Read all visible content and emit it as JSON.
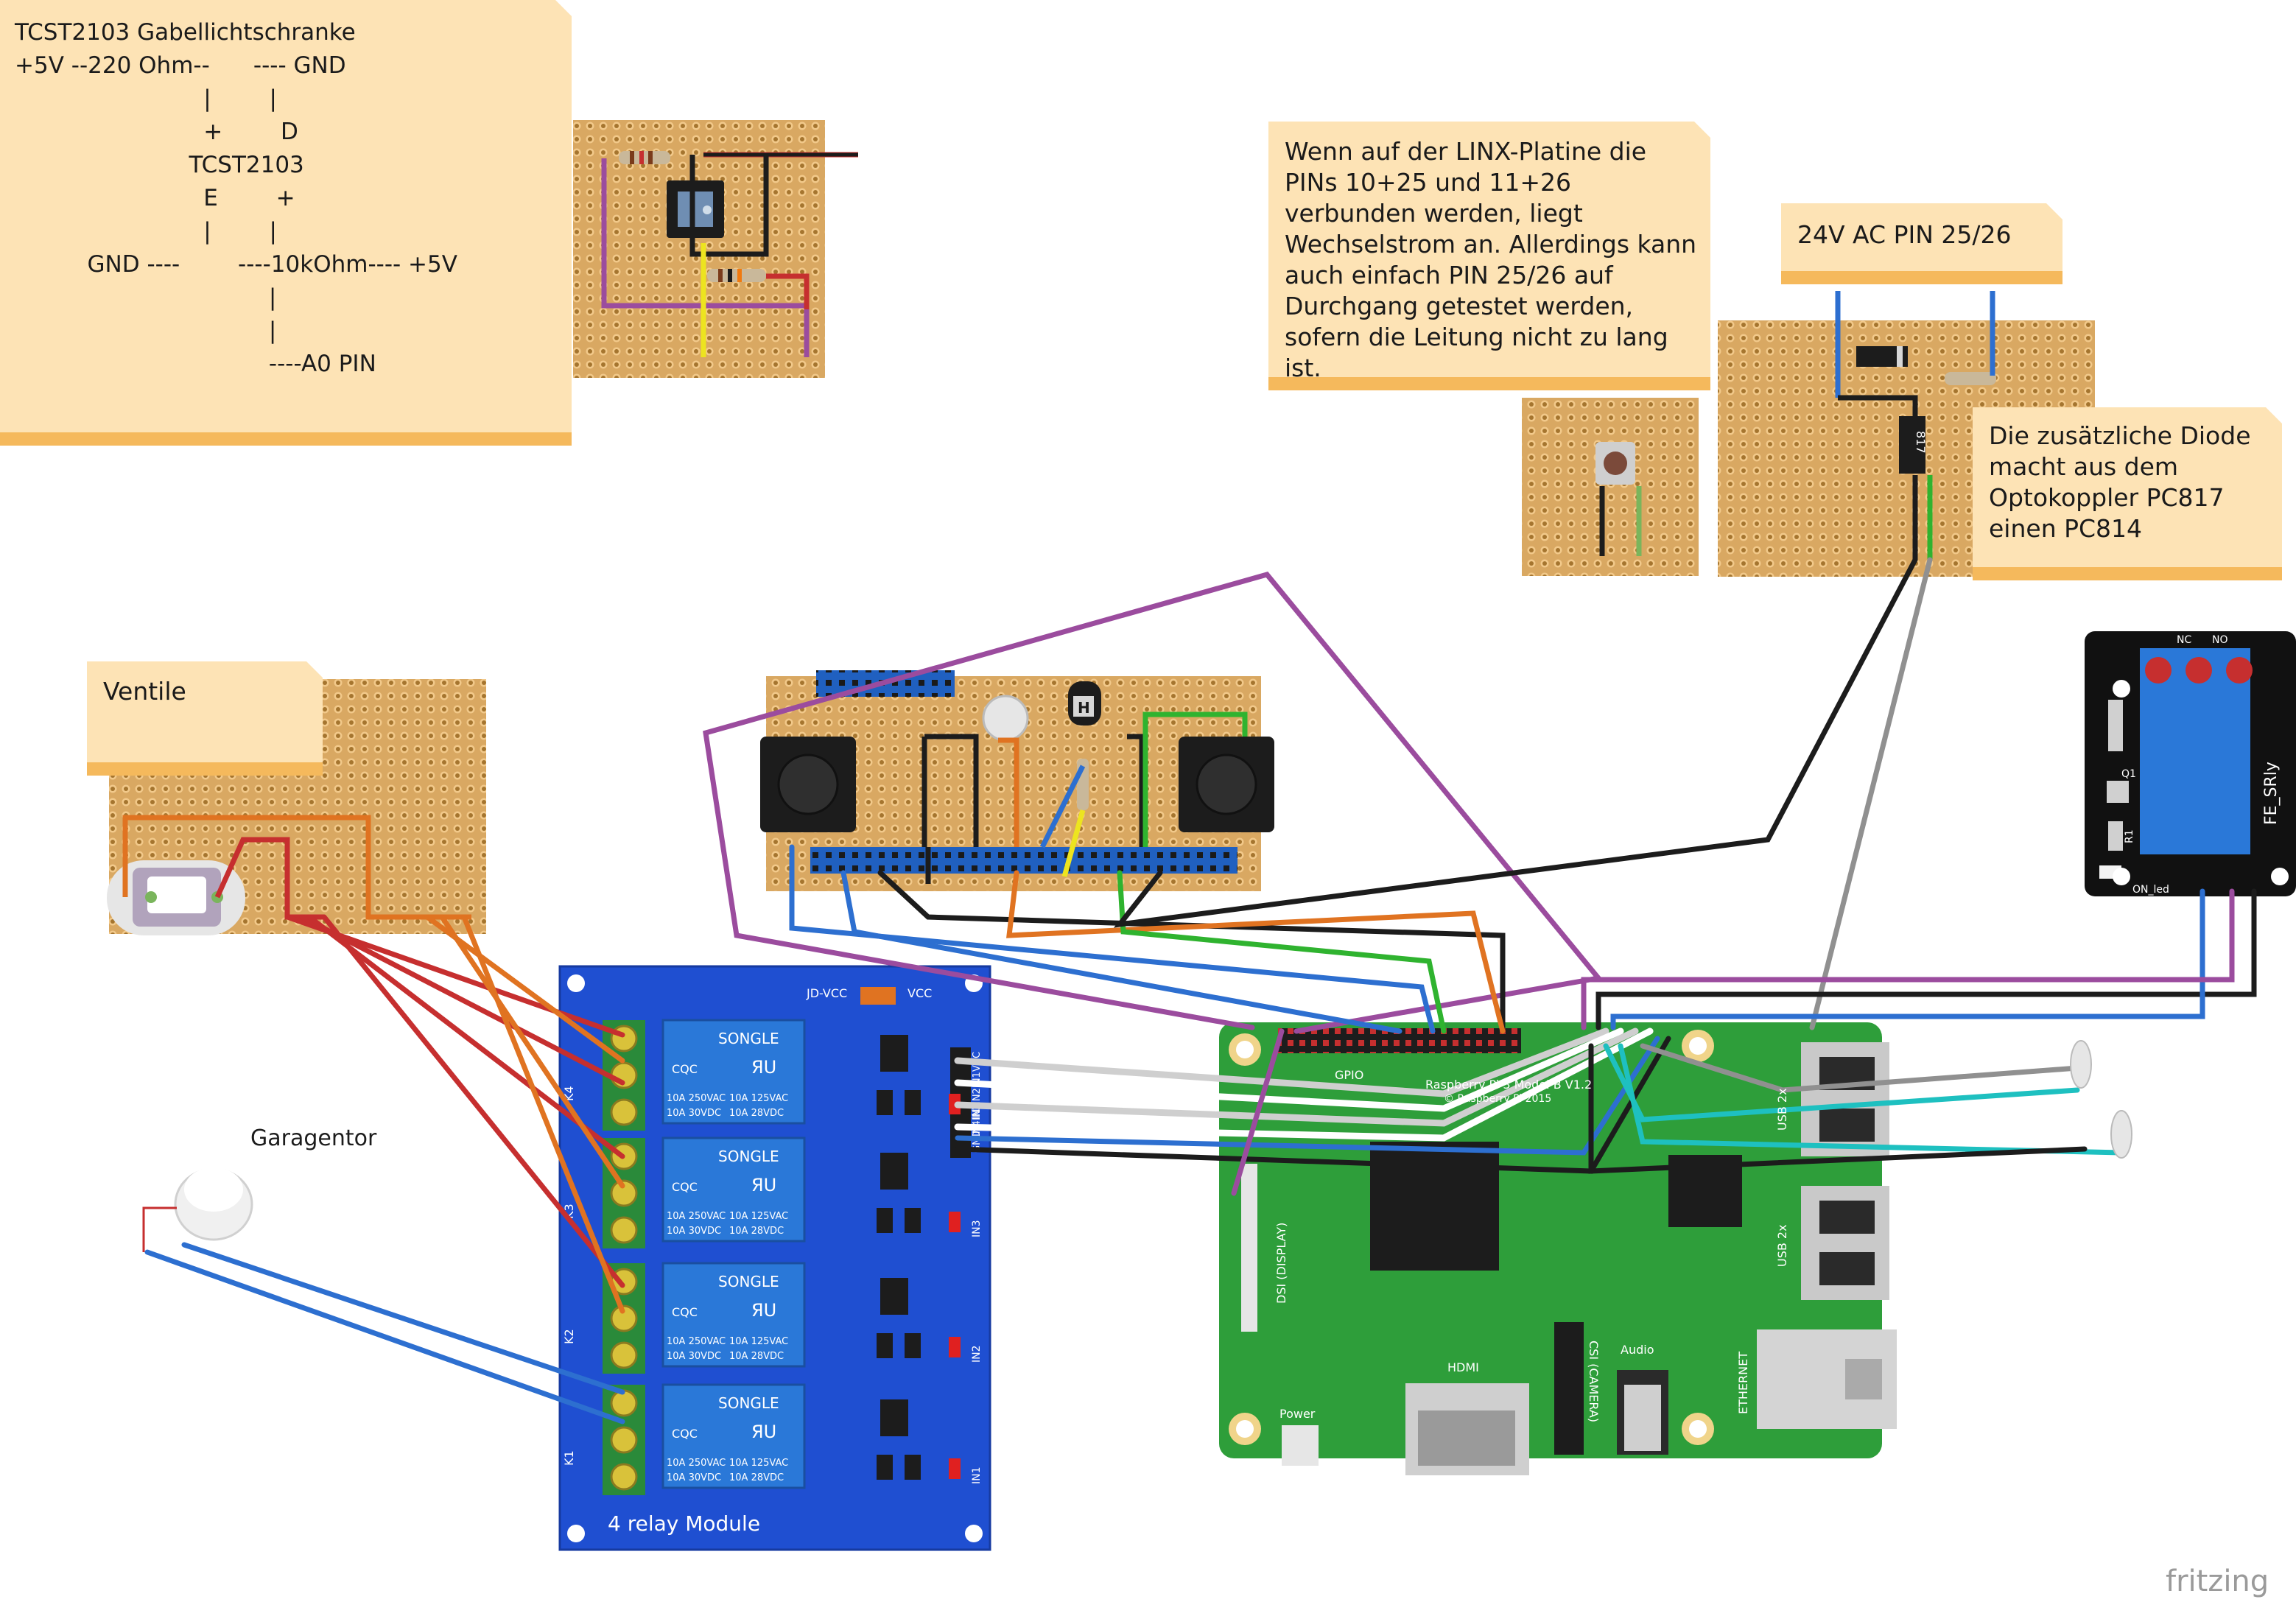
{
  "notes": {
    "tcst": "TCST2103 Gabellichtschranke\n+5V --220 Ohm--      ---- GND\n                          |        |\n                          +        D\n                        TCST2103\n                          E        +\n                          |        |\n          GND ----        ----10kOhm---- +5V\n                                   |\n                                   |\n                                   ----A0 PIN",
    "linx": "Wenn auf der LINX-Platine die PINs 10+25 und 11+26 verbunden werden, liegt Wechselstrom an. Allerdings kann auch einfach PIN 25/26 auf Durchgang getestet werden, sofern die Leitung nicht zu lang ist.",
    "ac": "24V AC PIN 25/26",
    "diode": "Die zusätzliche Diode macht aus dem Optokoppler PC817 einen PC814",
    "ventile": "Ventile"
  },
  "labels": {
    "garagentor": "Garagentor",
    "fritzing": "fritzing"
  },
  "relay_module": {
    "title": "4 relay Module",
    "brand": "SONGLE",
    "cert": "ЯU",
    "cqc": "CQC",
    "rating_a": "10A 250VAC",
    "rating_b": "10A 125VAC",
    "rating_c": "10A 30VDC",
    "rating_d": "10A 28VDC",
    "channels": [
      "K4",
      "K3",
      "K2",
      "K1"
    ],
    "inputs": [
      "IN4",
      "IN3",
      "IN2",
      "IN1"
    ],
    "header_labels": [
      "VCC",
      "IN1",
      "IN2",
      "IN3",
      "IN4",
      "GND"
    ],
    "jumper_left": "JD-VCC",
    "jumper_right": "VCC"
  },
  "single_relay": {
    "name": "FE_SRly",
    "terms": [
      "NC",
      "NO"
    ],
    "parts": [
      "Q1",
      "R1",
      "ON_led"
    ]
  },
  "pi": {
    "gpio": "GPIO",
    "model": "Raspberry Pi 3 Model B V1.2",
    "copyright": "© Raspberry Pi 2015",
    "dsi": "DSI (DISPLAY)",
    "csi": "CSI (CAMERA)",
    "hdmi": "HDMI",
    "audio": "Audio",
    "power": "Power",
    "usb1": "USB 2x",
    "usb2": "USB 2x",
    "ethernet": "ETHERNET"
  },
  "parts": {
    "opto": "817",
    "transistor": "H"
  },
  "colors": {
    "stripboard": "#d9a862",
    "hole": "#a5752f",
    "relay_blue": "#1f4fd1",
    "pi_green": "#2e9e3a",
    "note_bg": "#fde3b5",
    "note_strip": "#f5b95c"
  }
}
